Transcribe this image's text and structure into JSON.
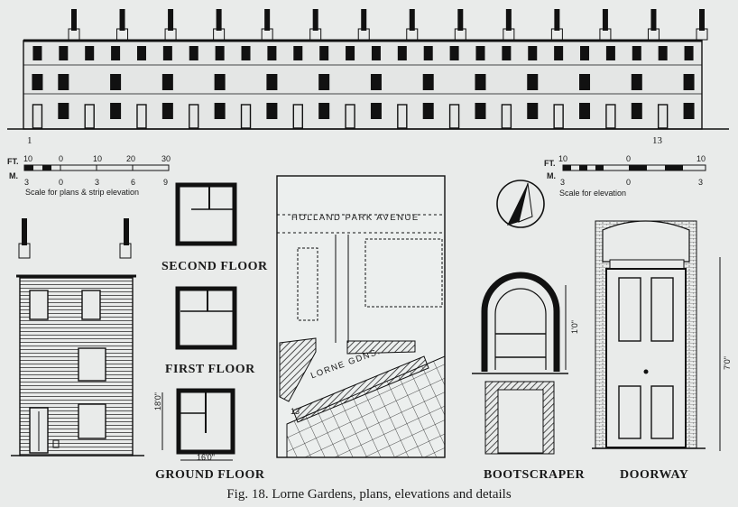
{
  "caption": "Fig. 18. Lorne Gardens, plans, elevations and details",
  "elevation": {
    "house_start": "1",
    "house_end": "13"
  },
  "scale_left": {
    "ft_label": "FT.",
    "m_label": "M.",
    "ft_ticks": [
      "10",
      "0",
      "10",
      "20",
      "30"
    ],
    "m_ticks": [
      "3",
      "0",
      "3",
      "6",
      "9"
    ],
    "caption": "Scale for plans & strip elevation"
  },
  "scale_right": {
    "ft_label": "FT.",
    "m_label": "M.",
    "ft_ticks": [
      "10",
      "0",
      "10"
    ],
    "m_ticks": [
      "3",
      "0",
      "3"
    ],
    "caption": "Scale for elevation"
  },
  "plans": {
    "second": "SECOND FLOOR",
    "first": "FIRST FLOOR",
    "ground": "GROUND FLOOR",
    "dim_depth": "18'0\"",
    "dim_width": "16'0\""
  },
  "map": {
    "avenue": "HOLLAND PARK AVENUE",
    "gardens": "LORNE GDNS.",
    "house_no": "13"
  },
  "details": {
    "bootscraper": "BOOTSCRAPER",
    "doorway": "DOORWAY",
    "boot_dim": "1'0\"",
    "door_dim": "7'0\""
  }
}
